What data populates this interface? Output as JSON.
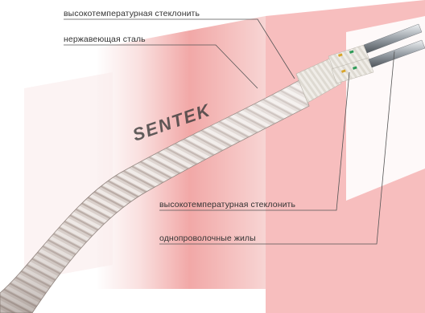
{
  "brand": "SENTEK",
  "callouts": [
    {
      "text": "высокотемпературная стеклонить"
    },
    {
      "text": "нержавеющая сталь"
    },
    {
      "text": "высокотемпературная стеклонить"
    },
    {
      "text": "однопроволочные жилы"
    }
  ],
  "colors": {
    "background_watermark": "#e4282a",
    "braid_steel": "#cfc6c1",
    "glass_fiber": "#e9e6e1",
    "conductor": "#9aa1a8",
    "leader_line": "#555555",
    "label_text": "#333333"
  }
}
